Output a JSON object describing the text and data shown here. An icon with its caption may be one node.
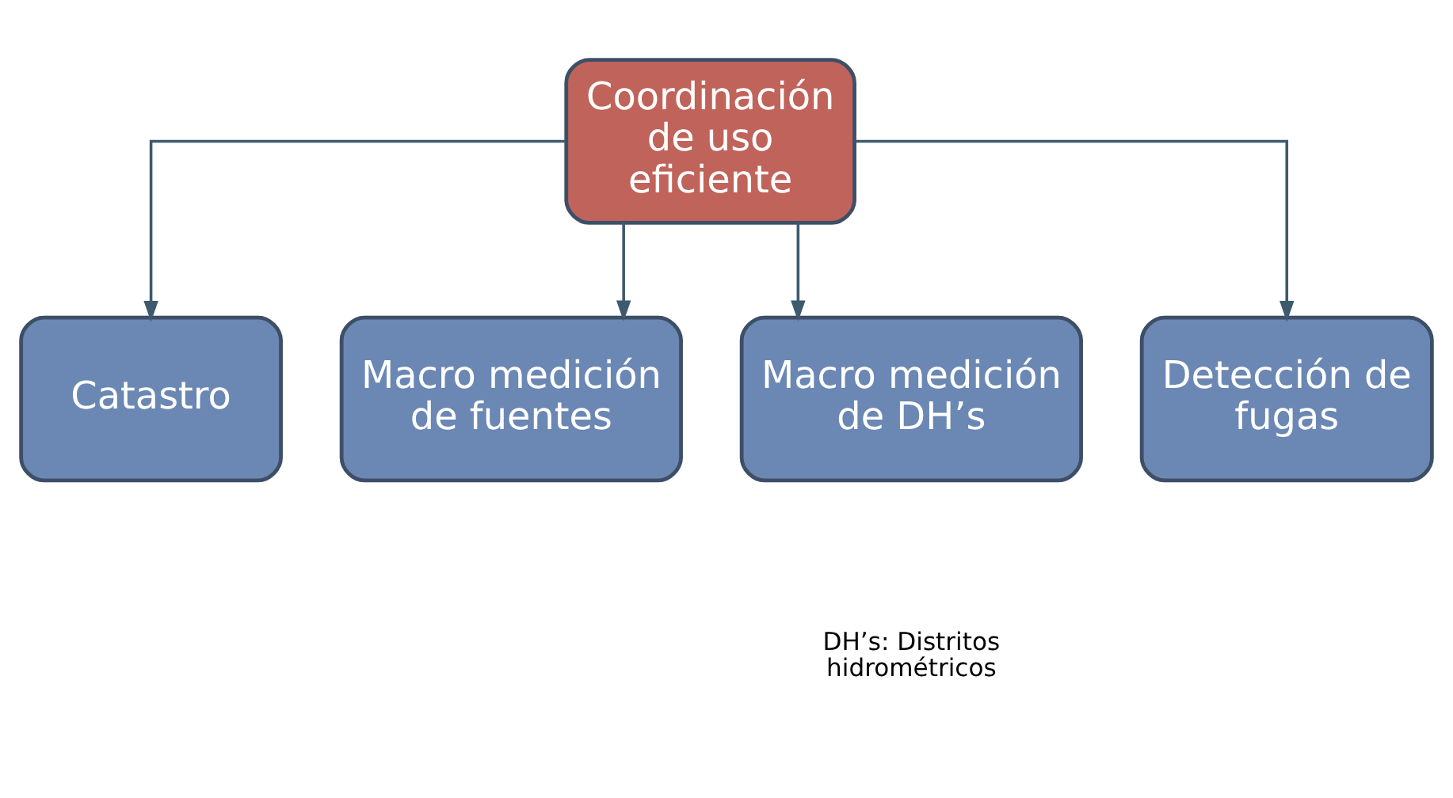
{
  "diagram": {
    "nodes": [
      {
        "text": [
          "Coordinación de uso eficiente"
        ]
      },
      {
        "text": [
          "Catastro"
        ]
      },
      {
        "text": [
          "Macro medición de fuentes"
        ]
      },
      {
        "text": [
          "Macro medición de DH’s"
        ]
      },
      {
        "text": [
          "Detección de fugas"
        ]
      }
    ],
    "edges": [
      {
        "from": 0,
        "to": 1,
        "arrow": "to"
      },
      {
        "from": 0,
        "to": 2,
        "arrow": "to"
      },
      {
        "from": 0,
        "to": 3,
        "arrow": "to"
      },
      {
        "from": 0,
        "to": 4,
        "arrow": "to"
      }
    ],
    "labels": [
      "DH’s: Distritos hidrométricos"
    ]
  }
}
